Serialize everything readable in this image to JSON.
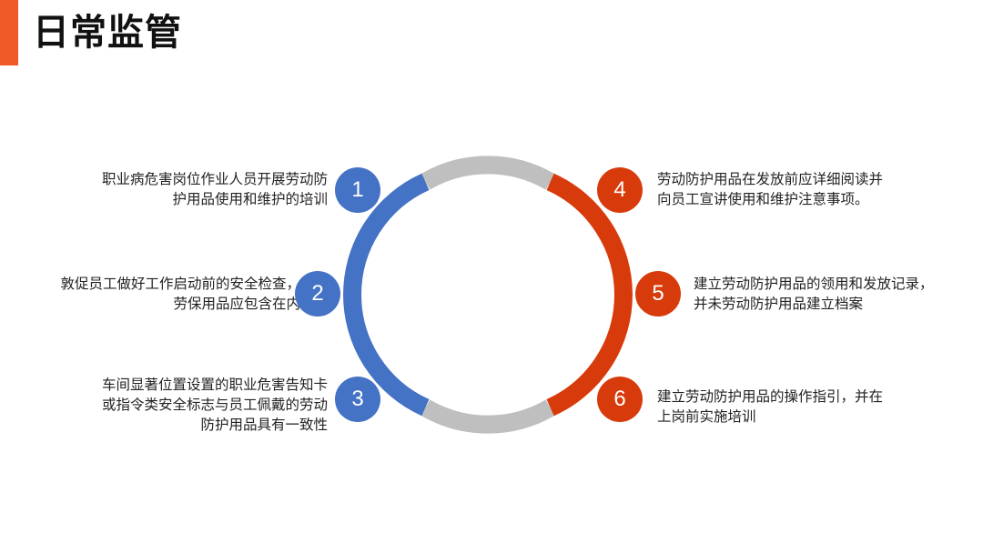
{
  "title": "日常监管",
  "colors": {
    "accent": "#F05A28",
    "blue": "#4472C4",
    "orange": "#D83B0B",
    "gray": "#BFBFBF"
  },
  "items": [
    {
      "number": "1",
      "lines": [
        "职业病危害岗位作业人员开展劳动防",
        "护用品使用和维护的培训"
      ]
    },
    {
      "number": "2",
      "lines": [
        "敦促员工做好工作启动前的安全检查，",
        "劳保用品应包含在内"
      ]
    },
    {
      "number": "3",
      "lines": [
        "车间显著位置设置的职业危害告知卡",
        "或指令类安全标志与员工佩戴的劳动",
        "防护用品具有一致性"
      ]
    },
    {
      "number": "4",
      "lines": [
        "劳动防护用品在发放前应详细阅读并",
        "向员工宣讲使用和维护注意事项。"
      ]
    },
    {
      "number": "5",
      "lines": [
        "建立劳动防护用品的领用和发放记录，",
        "并未劳动防护用品建立档案"
      ]
    },
    {
      "number": "6",
      "lines": [
        "建立劳动防护用品的操作指引，并在",
        "上岗前实施培训"
      ]
    }
  ]
}
